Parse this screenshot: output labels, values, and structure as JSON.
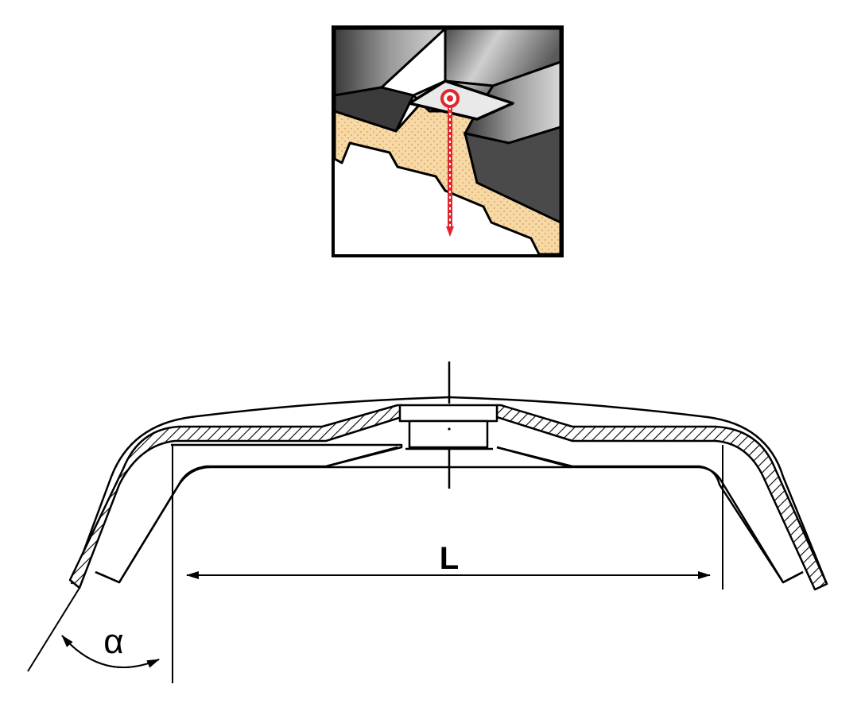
{
  "labels": {
    "length": "L",
    "angle": "α"
  },
  "colors": {
    "line": "#000000",
    "insulation": "#f6d9a6",
    "insulation_dots": "#e4b576",
    "sheet_dark": "#2f2f2f",
    "sheet_mid": "#8a8a8a",
    "sheet_light": "#e6e6e6",
    "screw": "#e0262e",
    "background": "#ffffff"
  },
  "icons": {
    "inset": "sandwich-panel-fastening-illustration",
    "fastener": "self-tapping-screw-icon"
  }
}
